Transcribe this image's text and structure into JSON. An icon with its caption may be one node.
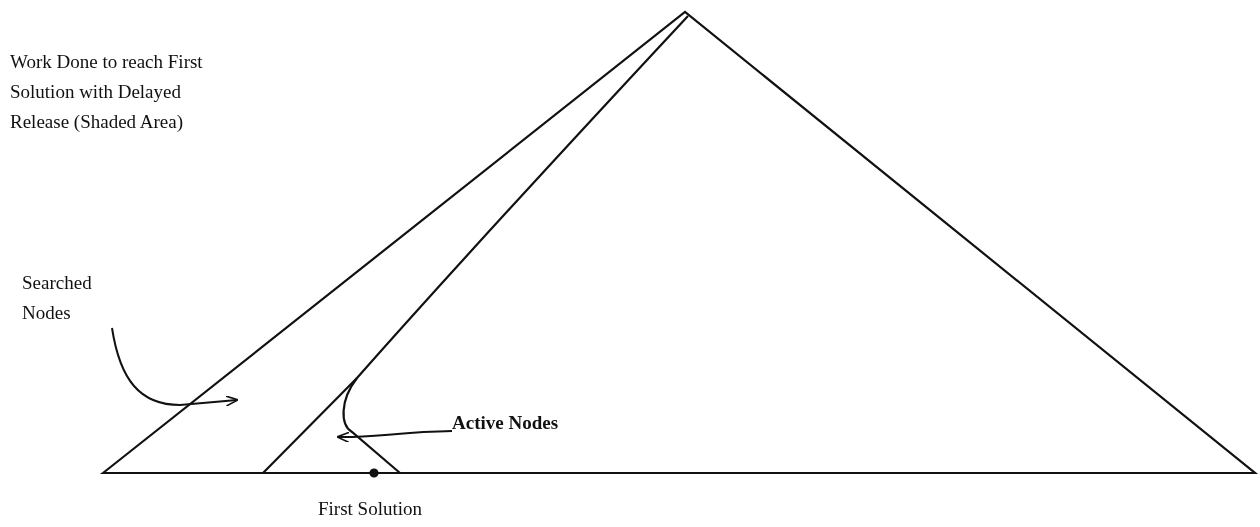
{
  "diagram": {
    "nodes": [
      {
        "text": [
          "Searched Nodes"
        ]
      },
      {
        "text": [
          "Active Nodes"
        ]
      }
    ],
    "edges": [
      {
        "from": 0,
        "to": null,
        "arrow": "to"
      },
      {
        "from": 1,
        "to": null,
        "arrow": "to"
      }
    ],
    "labels": [
      "Work Done to reach First Solution with Delayed Release (Shaded Area)",
      "First Solution"
    ]
  }
}
